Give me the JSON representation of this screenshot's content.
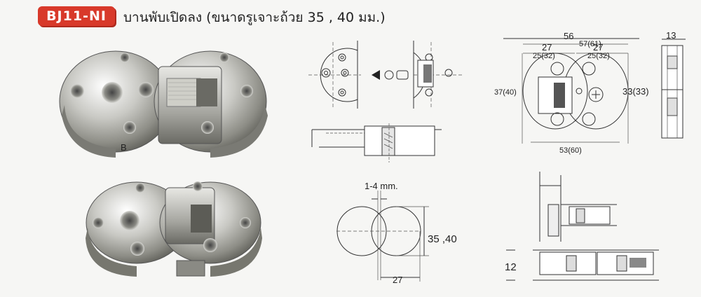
{
  "header": {
    "model_code": "BJ11-NI",
    "description": "บานพับเปิดลง (ขนาดรูเจาะถ้วย 35 , 40 มม.)"
  },
  "front_view": {
    "total_width": "56",
    "inner_width": "57(61)",
    "half_left": "27",
    "half_right": "27",
    "hole_left": "25(32)",
    "hole_right": "25(32)",
    "height_left": "37(40)",
    "height_right": "33(33)",
    "bottom_width": "53(60)"
  },
  "side_view": {
    "depth": "13"
  },
  "cup_diagram": {
    "gap_label": "1-4 mm.",
    "diameter_label": "35 ,40",
    "offset_label": "27"
  },
  "install_diagram": {
    "thickness_label": "12"
  }
}
